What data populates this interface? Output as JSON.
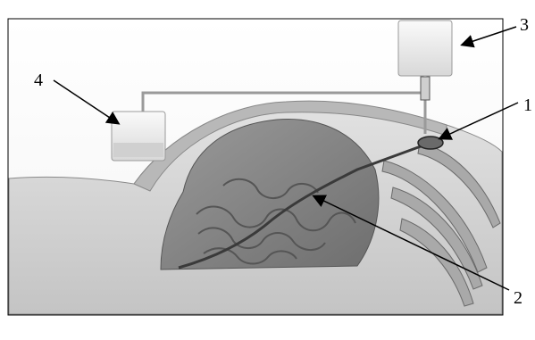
{
  "figure": {
    "callouts": [
      {
        "id": "1",
        "text": "1"
      },
      {
        "id": "2",
        "text": "2"
      },
      {
        "id": "3",
        "text": "3"
      },
      {
        "id": "4",
        "text": "4"
      }
    ],
    "colors": {
      "frame": "#000000",
      "skin": "#d6d6d6",
      "abdominal_wall": "#bdbdbd",
      "cavity": "#8e8e8e",
      "bowel": "#7a7a7a",
      "rib": "#a9a9a9",
      "bag": "#eeeeee"
    }
  }
}
